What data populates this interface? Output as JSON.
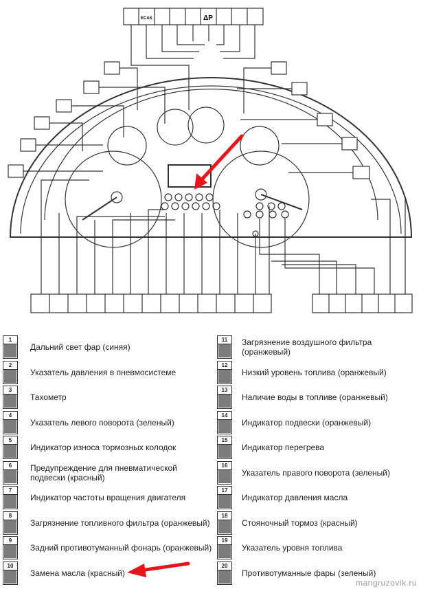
{
  "top_icons": {
    "labels": [
      "ECAS",
      "ΔP"
    ]
  },
  "legend_left": [
    {
      "num": "1",
      "text": "Дальний свет фар (синяя)"
    },
    {
      "num": "2",
      "text": "Указатель давления в пневмосистеме"
    },
    {
      "num": "3",
      "text": "Тахометр"
    },
    {
      "num": "4",
      "text": "Указатель левого поворота (зеленый)"
    },
    {
      "num": "5",
      "text": "Индикатор износа тормозных колодок"
    },
    {
      "num": "6",
      "text": "Предупреждение для пневматической подвески (красный)"
    },
    {
      "num": "7",
      "text": "Индикатор частоты вращения двигателя"
    },
    {
      "num": "8",
      "text": "Загрязнение топливного фильтра (оранжевый)"
    },
    {
      "num": "9",
      "text": "Задний противотуманный фонарь (оранжевый)"
    },
    {
      "num": "10",
      "text": "Замена масла (красный)"
    }
  ],
  "legend_right": [
    {
      "num": "11",
      "text": "Загрязнение воздушного фильтра (оранжевый)"
    },
    {
      "num": "12",
      "text": "Низкий уровень топлива (оранжевый)"
    },
    {
      "num": "13",
      "text": "Наличие воды в топливе (оранжевый)"
    },
    {
      "num": "14",
      "text": "Индикатор подвески (оранжевый)"
    },
    {
      "num": "15",
      "text": "Индикатор перегрева"
    },
    {
      "num": "16",
      "text": "Указатель правого поворота (зеленый)"
    },
    {
      "num": "17",
      "text": "Индикатор давления масла"
    },
    {
      "num": "18",
      "text": "Стояночный тормоз (красный)"
    },
    {
      "num": "19",
      "text": "Указатель уровня топлива"
    },
    {
      "num": "20",
      "text": "Противотуманные фары (зеленый)"
    }
  ],
  "watermark": "mangruzovik.ru",
  "colors": {
    "arrow": "#e8141c",
    "line": "#333333"
  }
}
